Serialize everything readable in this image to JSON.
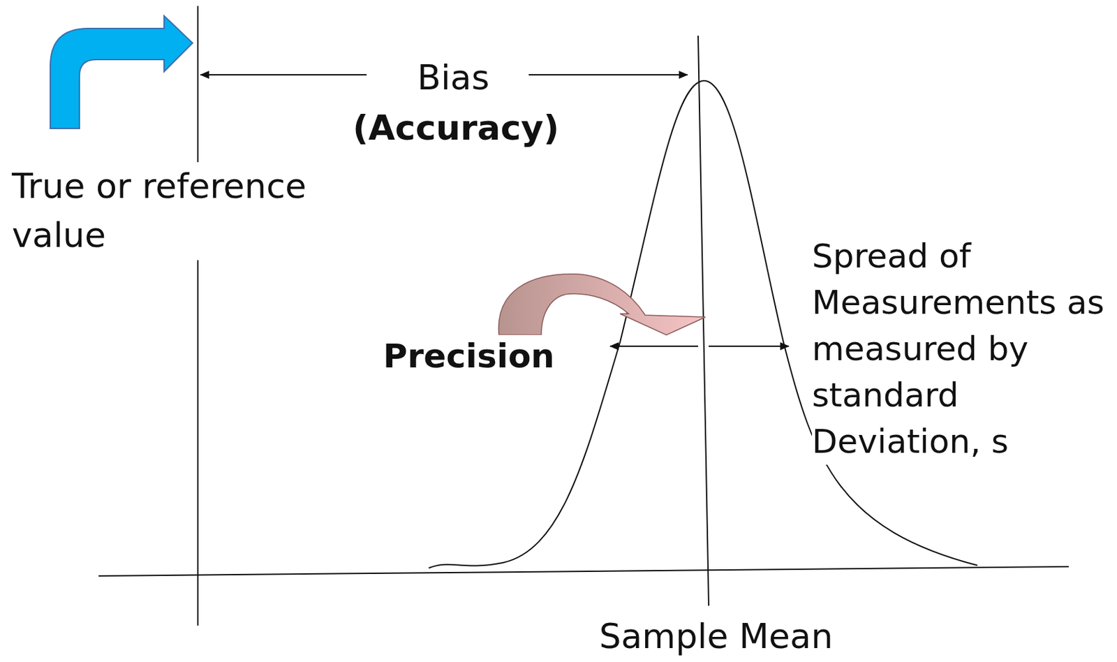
{
  "diagram": {
    "labels": [
      "True or reference value",
      "Bias",
      "(Accuracy)",
      "Precision",
      "Spread of Measurements as measured by standard Deviation, s",
      "Sample Mean"
    ]
  }
}
